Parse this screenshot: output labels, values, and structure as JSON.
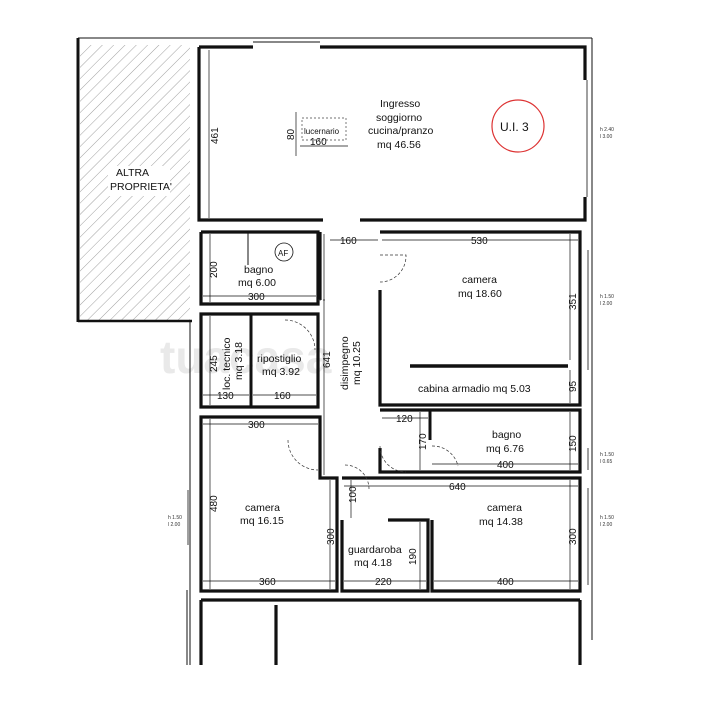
{
  "unit_badge": "U.I. 3",
  "other_property": [
    "ALTRA",
    "PROPRIETA'"
  ],
  "watermark": "tuacasa",
  "skylight": {
    "label": "lucernario",
    "width": "160",
    "height": "80"
  },
  "rooms": {
    "living": [
      "Ingresso",
      "soggiorno",
      "cucina/pranzo",
      "mq 46.56"
    ],
    "bath1": [
      "bagno",
      "mq 6.00"
    ],
    "af": "AF",
    "tech": [
      "loc. tecnico",
      "mq 3.18"
    ],
    "storage": [
      "ripostiglio",
      "mq 3.92"
    ],
    "hall": [
      "disimpegno",
      "mq 10.25"
    ],
    "bedroom1": [
      "camera",
      "mq 18.60"
    ],
    "walkin": "cabina armadio mq 5.03",
    "bath2": [
      "bagno",
      "mq 6.76"
    ],
    "bedroom2": [
      "camera",
      "mq 16.15"
    ],
    "wardrobe": [
      "guardaroba",
      "mq 4.18"
    ],
    "bedroom3": [
      "camera",
      "mq 14.38"
    ]
  },
  "dims": {
    "d461": "461",
    "d160a": "160",
    "d530": "530",
    "d200": "200",
    "d300a": "300",
    "d351": "351",
    "d245": "245",
    "d130": "130",
    "d160b": "160",
    "d641": "641",
    "d95": "95",
    "d120": "120",
    "d170": "170",
    "d150": "150",
    "d400a": "400",
    "d300b": "300",
    "d640": "640",
    "d100": "100",
    "d480": "480",
    "d300c": "300",
    "d190": "190",
    "d300d": "300",
    "d360": "360",
    "d220": "220",
    "d400b": "400"
  },
  "windows": {
    "w1": [
      "h 2.40",
      "l 3.00"
    ],
    "w2": [
      "h 1.50",
      "l 2.00"
    ],
    "w3": [
      "h 1.50",
      "l 0.65"
    ],
    "w4": [
      "h 1.50",
      "l 2.00"
    ],
    "w5": [
      "h 1.50",
      "l 2.00"
    ]
  }
}
